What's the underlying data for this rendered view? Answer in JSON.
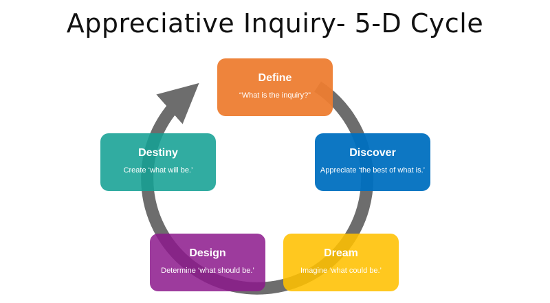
{
  "title": "Appreciative Inquiry- 5-D Cycle",
  "colors": {
    "cycle_arrow": "#6d6d6d",
    "define": "#ED7D31",
    "discover": "#0070C0",
    "dream": "#FFC000",
    "design": "#8C198C",
    "destiny": "#15A094"
  },
  "stages": {
    "define": {
      "name": "Define",
      "desc": "“What is the inquiry?”"
    },
    "discover": {
      "name": "Discover",
      "desc": "Appreciate ‘the best of what is.’"
    },
    "dream": {
      "name": "Dream",
      "desc": "Imagine ‘what could be.’"
    },
    "design": {
      "name": "Design",
      "desc": "Determine ‘what should be.’"
    },
    "destiny": {
      "name": "Destiny",
      "desc": "Create ‘what will be.’"
    }
  }
}
